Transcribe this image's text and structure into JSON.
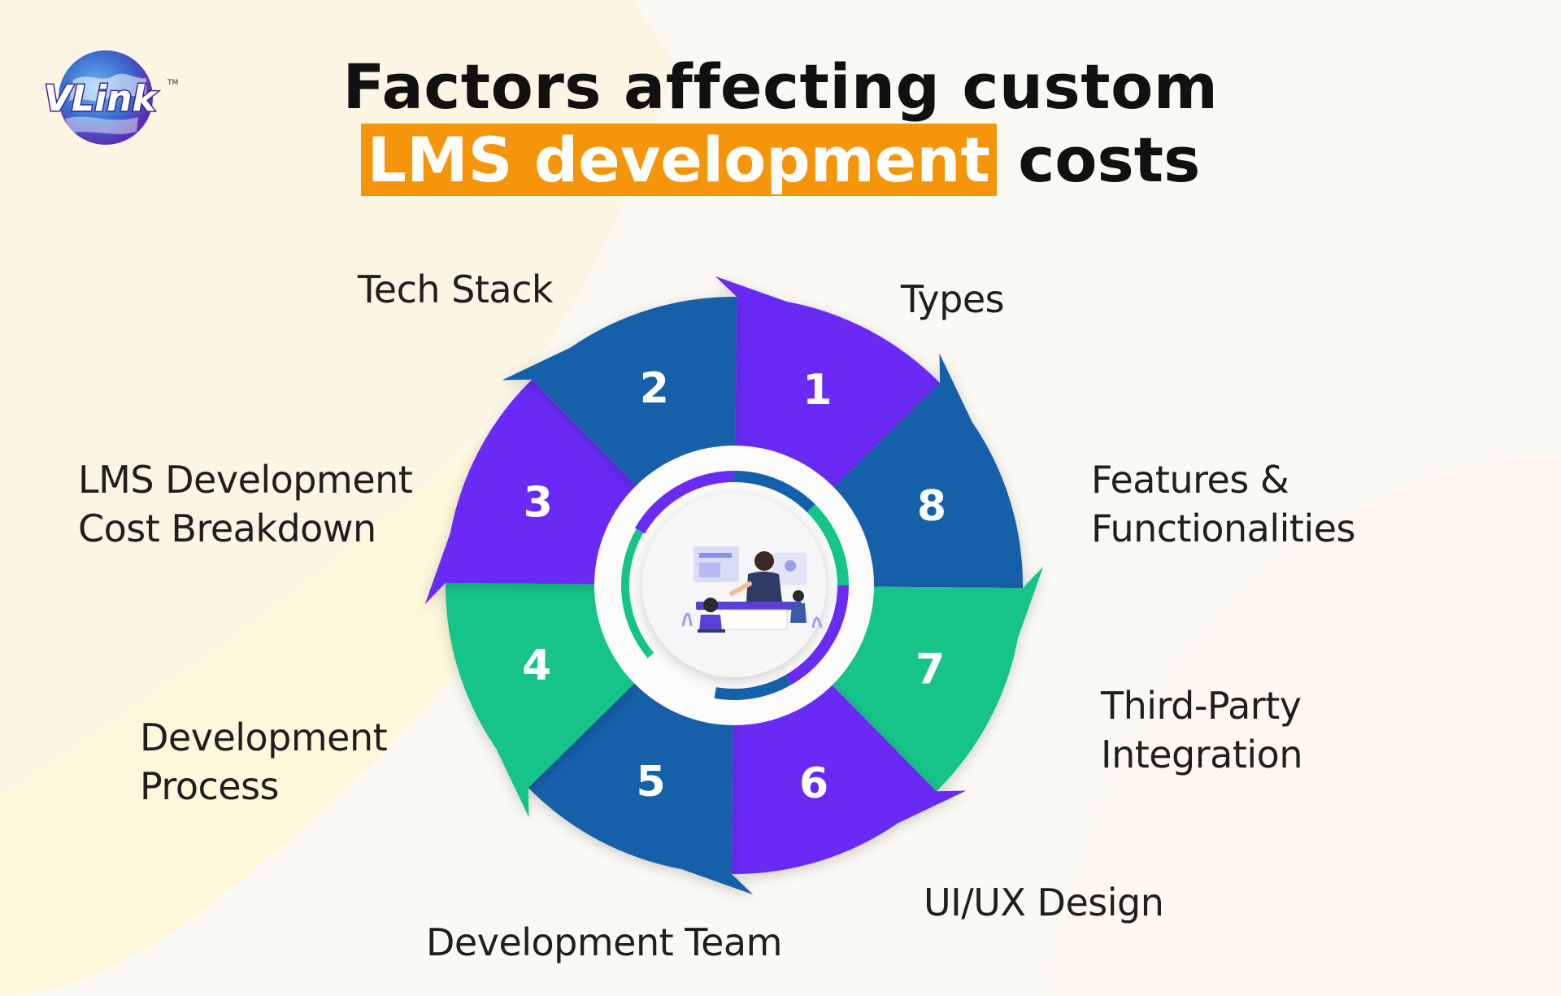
{
  "logo": {
    "text": "VLink",
    "tm": "TM"
  },
  "title": {
    "line1": "Factors affecting custom",
    "highlight": "LMS development",
    "line2_rest": "costs"
  },
  "colors": {
    "violet": "#6a2cf5",
    "blue": "#1460aa",
    "green": "#14c489",
    "orange": "#f5950a"
  },
  "segments": [
    {
      "number": "1",
      "label": [
        "Types"
      ],
      "color": "violet"
    },
    {
      "number": "2",
      "label": [
        "Tech Stack"
      ],
      "color": "blue"
    },
    {
      "number": "3",
      "label": [
        "LMS Development",
        "Cost Breakdown"
      ],
      "color": "violet"
    },
    {
      "number": "4",
      "label": [
        "Development",
        "Process"
      ],
      "color": "green"
    },
    {
      "number": "5",
      "label": [
        "Development Team"
      ],
      "color": "blue"
    },
    {
      "number": "6",
      "label": [
        "UI/UX Design"
      ],
      "color": "violet"
    },
    {
      "number": "7",
      "label": [
        "Third-Party",
        "Integration"
      ],
      "color": "green"
    },
    {
      "number": "8",
      "label": [
        "Features &",
        "Functionalities"
      ],
      "color": "blue"
    }
  ],
  "center_icon": "person-presenting-online-course-illustration"
}
